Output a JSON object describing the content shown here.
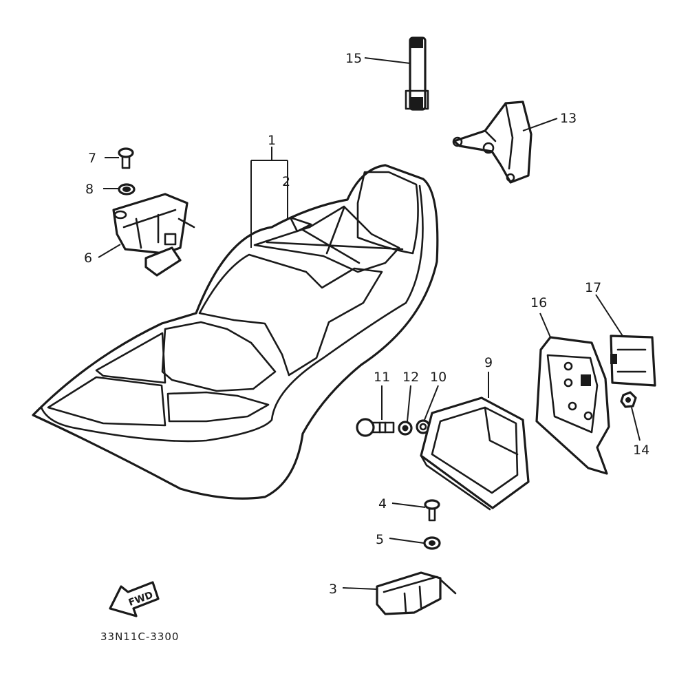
{
  "diagram": {
    "code": "33N11C-3300",
    "fwd_label": "FWD",
    "callouts": {
      "p1": "1",
      "p2": "2",
      "p3": "3",
      "p4": "4",
      "p5": "5",
      "p6": "6",
      "p7": "7",
      "p8": "8",
      "p9": "9",
      "p10": "10",
      "p11": "11",
      "p12": "12",
      "p13": "13",
      "p14": "14",
      "p15": "15",
      "p16": "16",
      "p17": "17"
    }
  }
}
